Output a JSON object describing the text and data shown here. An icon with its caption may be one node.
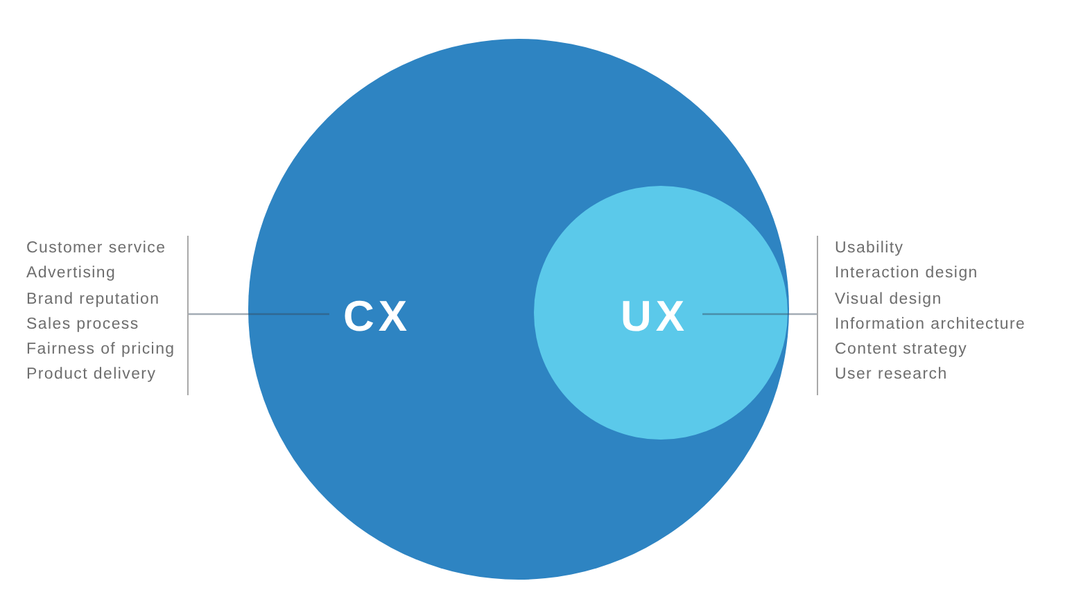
{
  "diagram": {
    "nodes": [
      {
        "text": [
          "Customer service",
          "Advertising",
          "Brand reputation",
          "Sales process",
          "Fairness of pricing",
          "Product delivery"
        ]
      },
      {
        "text": [
          "CX"
        ]
      },
      {
        "text": [
          "UX"
        ],
        "in": 1
      },
      {
        "text": [
          "Usability",
          "Interaction design",
          "Visual design",
          "Information architecture",
          "Content strategy",
          "User research"
        ]
      }
    ],
    "edges": [
      {
        "from": 0,
        "to": 1,
        "arrow": "none"
      },
      {
        "from": 3,
        "to": 2,
        "arrow": "none"
      }
    ]
  }
}
